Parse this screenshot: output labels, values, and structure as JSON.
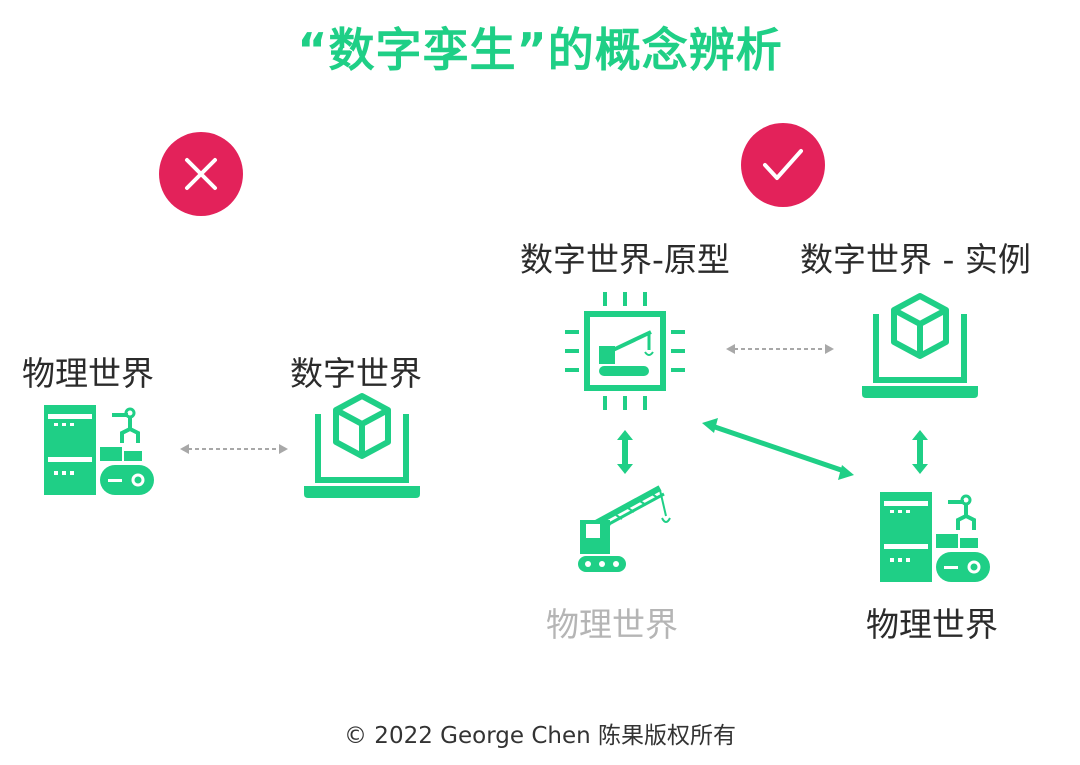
{
  "title": "“数字孪生”的概念辨析",
  "left_panel": {
    "status_icon": "x-icon",
    "physical_label": "物理世界",
    "digital_label": "数字世界"
  },
  "right_panel": {
    "status_icon": "check-icon",
    "prototype_label": "数字世界-原型",
    "instance_label": "数字世界 - 实例",
    "physical_prototype_label": "物理世界",
    "physical_instance_label": "物理世界"
  },
  "footer": {
    "copyright": "© 2022 George Chen 陈果版权所有"
  },
  "colors": {
    "accent": "#1fcf86",
    "wrong_badge": "#e3225a",
    "right_badge": "#e3225a",
    "faded_text": "#b5b5b5",
    "dotted_arrow": "#a8a8a8"
  }
}
